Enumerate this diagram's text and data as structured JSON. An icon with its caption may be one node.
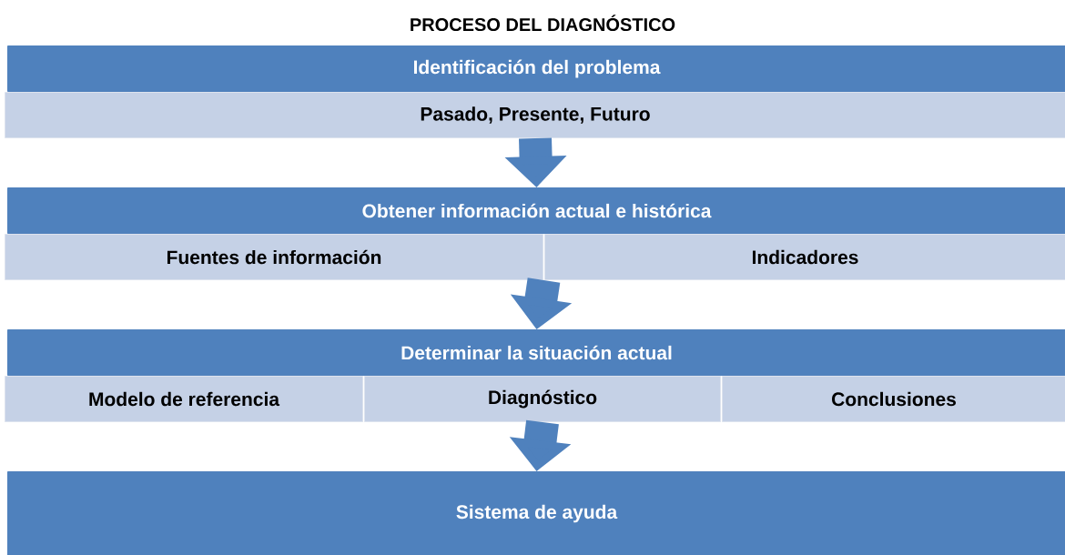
{
  "diagram": {
    "title": "PROCESO DEL DIAGNÓSTICO",
    "nodes": [
      {
        "text": [
          "Identificación del problema"
        ]
      },
      {
        "text": [
          "Pasado, Presente, Futuro"
        ]
      },
      {
        "text": [
          "Obtener información actual e histórica"
        ]
      },
      {
        "text": [
          "Fuentes de información"
        ]
      },
      {
        "text": [
          "Indicadores"
        ]
      },
      {
        "text": [
          "Determinar la situación actual"
        ]
      },
      {
        "text": [
          "Modelo de referencia"
        ]
      },
      {
        "text": [
          "Diagnóstico"
        ]
      },
      {
        "text": [
          "Conclusiones"
        ]
      },
      {
        "text": [
          "Sistema de ayuda"
        ]
      }
    ],
    "edges": [
      {
        "from": 1,
        "to": 2,
        "arrow": "to"
      },
      {
        "from": 3,
        "to": 5,
        "arrow": "to"
      },
      {
        "from": 4,
        "to": 5,
        "arrow": "to"
      },
      {
        "from": 7,
        "to": 9,
        "arrow": "to"
      }
    ]
  }
}
